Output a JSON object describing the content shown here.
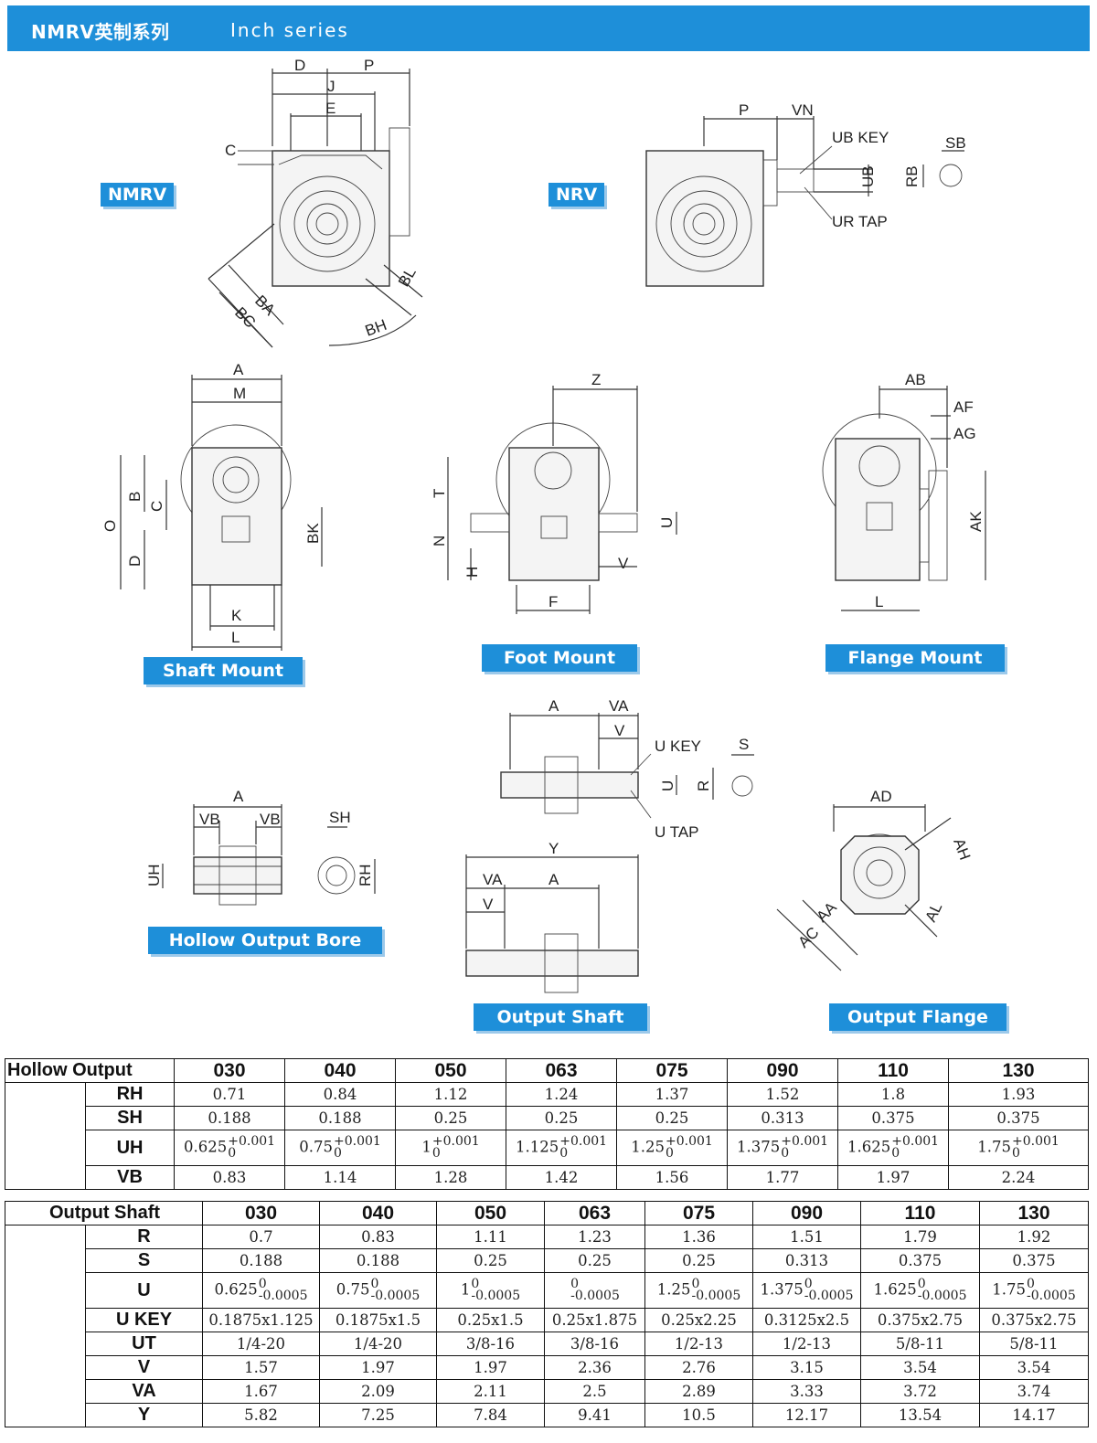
{
  "header": {
    "title_cn": "NMRV英制系列",
    "title_en": "Inch series"
  },
  "drawings": {
    "nmrv": {
      "label": "NMRV",
      "dims": [
        "D",
        "P",
        "J",
        "E",
        "C",
        "BA",
        "BC",
        "BH",
        "BL"
      ]
    },
    "nrv": {
      "label": "NRV",
      "dims": [
        "P",
        "VN",
        "UB KEY",
        "UB",
        "UR TAP",
        "SB",
        "RB"
      ]
    },
    "shaft_mount": {
      "label": "Shaft Mount",
      "dims": [
        "A",
        "M",
        "O",
        "B",
        "C",
        "D",
        "BK",
        "K",
        "L"
      ]
    },
    "foot_mount": {
      "label": "Foot Mount",
      "dims": [
        "Z",
        "T",
        "N",
        "H",
        "U",
        "V",
        "F"
      ]
    },
    "flange_mount": {
      "label": "Flange Mount",
      "dims": [
        "AB",
        "AF",
        "AG",
        "AK",
        "L"
      ]
    },
    "hollow_output_bore": {
      "label": "Hollow Output Bore",
      "dims": [
        "A",
        "VB",
        "VB",
        "UH",
        "SH",
        "RH"
      ]
    },
    "output_shaft": {
      "label": "Output Shaft",
      "dims": [
        "A",
        "VA",
        "V",
        "U KEY",
        "U",
        "R",
        "S",
        "U TAP",
        "Y",
        "VA",
        "A",
        "V"
      ]
    },
    "output_flange": {
      "label": "Output Flange",
      "dims": [
        "AD",
        "AH",
        "AA",
        "AC",
        "AL"
      ]
    }
  },
  "hollow_table": {
    "corner": "Hollow Output",
    "columns": [
      "030",
      "040",
      "050",
      "063",
      "075",
      "090",
      "110",
      "130"
    ],
    "rows": [
      {
        "label": "RH",
        "values": [
          "0.71",
          "0.84",
          "1.12",
          "1.24",
          "1.37",
          "1.52",
          "1.8",
          "1.93"
        ]
      },
      {
        "label": "SH",
        "values": [
          "0.188",
          "0.188",
          "0.25",
          "0.25",
          "0.25",
          "0.313",
          "0.375",
          "0.375"
        ]
      },
      {
        "label": "UH",
        "values": [
          "0.625",
          "0.75",
          "1",
          "1.125",
          "1.25",
          "1.375",
          "1.625",
          "1.75"
        ],
        "tol_upper": "+0.001",
        "tol_lower": "0"
      },
      {
        "label": "VB",
        "values": [
          "0.83",
          "1.14",
          "1.28",
          "1.42",
          "1.56",
          "1.77",
          "1.97",
          "2.24"
        ]
      }
    ]
  },
  "shaft_table": {
    "corner": "Output Shaft",
    "columns": [
      "030",
      "040",
      "050",
      "063",
      "075",
      "090",
      "110",
      "130"
    ],
    "rows": [
      {
        "label": "R",
        "values": [
          "0.7",
          "0.83",
          "1.11",
          "1.23",
          "1.36",
          "1.51",
          "1.79",
          "1.92"
        ]
      },
      {
        "label": "S",
        "values": [
          "0.188",
          "0.188",
          "0.25",
          "0.25",
          "0.25",
          "0.313",
          "0.375",
          "0.375"
        ]
      },
      {
        "label": "U",
        "values": [
          "0.625",
          "0.75",
          "1",
          "",
          "1.25",
          "1.375",
          "1.625",
          "1.75"
        ],
        "tol_upper": "0",
        "tol_lower": "-0.0005"
      },
      {
        "label": "U KEY",
        "values": [
          "0.1875x1.125",
          "0.1875x1.5",
          "0.25x1.5",
          "0.25x1.875",
          "0.25x2.25",
          "0.3125x2.5",
          "0.375x2.75",
          "0.375x2.75"
        ]
      },
      {
        "label": "UT",
        "values": [
          "1/4-20",
          "1/4-20",
          "3/8-16",
          "3/8-16",
          "1/2-13",
          "1/2-13",
          "5/8-11",
          "5/8-11"
        ]
      },
      {
        "label": "V",
        "values": [
          "1.57",
          "1.97",
          "1.97",
          "2.36",
          "2.76",
          "3.15",
          "3.54",
          "3.54"
        ]
      },
      {
        "label": "VA",
        "values": [
          "1.67",
          "2.09",
          "2.11",
          "2.5",
          "2.89",
          "3.33",
          "3.72",
          "3.74"
        ]
      },
      {
        "label": "Y",
        "values": [
          "5.82",
          "7.25",
          "7.84",
          "9.41",
          "10.5",
          "12.17",
          "13.54",
          "14.17"
        ]
      }
    ]
  }
}
